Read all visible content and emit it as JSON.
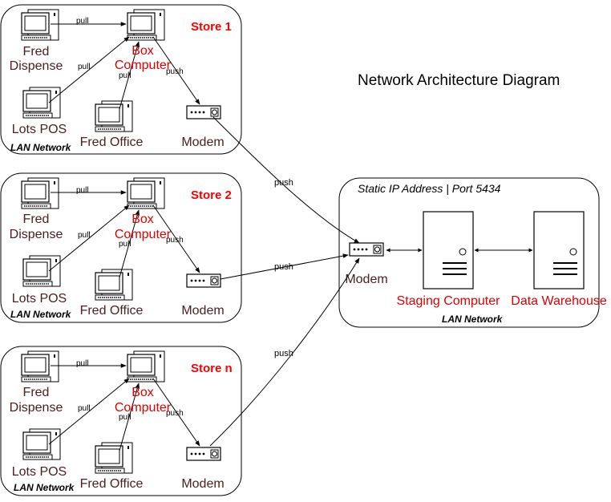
{
  "title": "Network Architecture Diagram",
  "stores": [
    {
      "name": "Store 1",
      "lan_label": "LAN Network",
      "nodes": {
        "fred_dispense": [
          "Fred",
          "Dispense"
        ],
        "box_computer": [
          "Box",
          "Computer"
        ],
        "lots_pos": "Lots POS",
        "fred_office": "Fred Office",
        "modem": "Modem"
      },
      "edges": {
        "pull1": "pull",
        "pull2": "pull",
        "pull3": "pull",
        "push": "push"
      }
    },
    {
      "name": "Store 2",
      "lan_label": "LAN Network",
      "nodes": {
        "fred_dispense": [
          "Fred",
          "Dispense"
        ],
        "box_computer": [
          "Box",
          "Computer"
        ],
        "lots_pos": "Lots POS",
        "fred_office": "Fred Office",
        "modem": "Modem"
      },
      "edges": {
        "pull1": "pull",
        "pull2": "pull",
        "pull3": "pull",
        "push": "push"
      }
    },
    {
      "name": "Store n",
      "lan_label": "LAN Network",
      "nodes": {
        "fred_dispense": [
          "Fred",
          "Dispense"
        ],
        "box_computer": [
          "Box",
          "Computer"
        ],
        "lots_pos": "Lots POS",
        "fred_office": "Fred Office",
        "modem": "Modem"
      },
      "edges": {
        "pull1": "pull",
        "pull2": "pull",
        "pull3": "pull",
        "push": "push"
      }
    }
  ],
  "central": {
    "header": "Static IP Address | Port 5434",
    "modem": "Modem",
    "staging": "Staging Computer",
    "warehouse": "Data Warehouse",
    "lan_label": "LAN Network"
  },
  "wan_edges": [
    "push",
    "push",
    "push"
  ],
  "colors": {
    "store_name": "#ff0000",
    "box_label": "#e00000",
    "node_label": "#4a2020"
  }
}
